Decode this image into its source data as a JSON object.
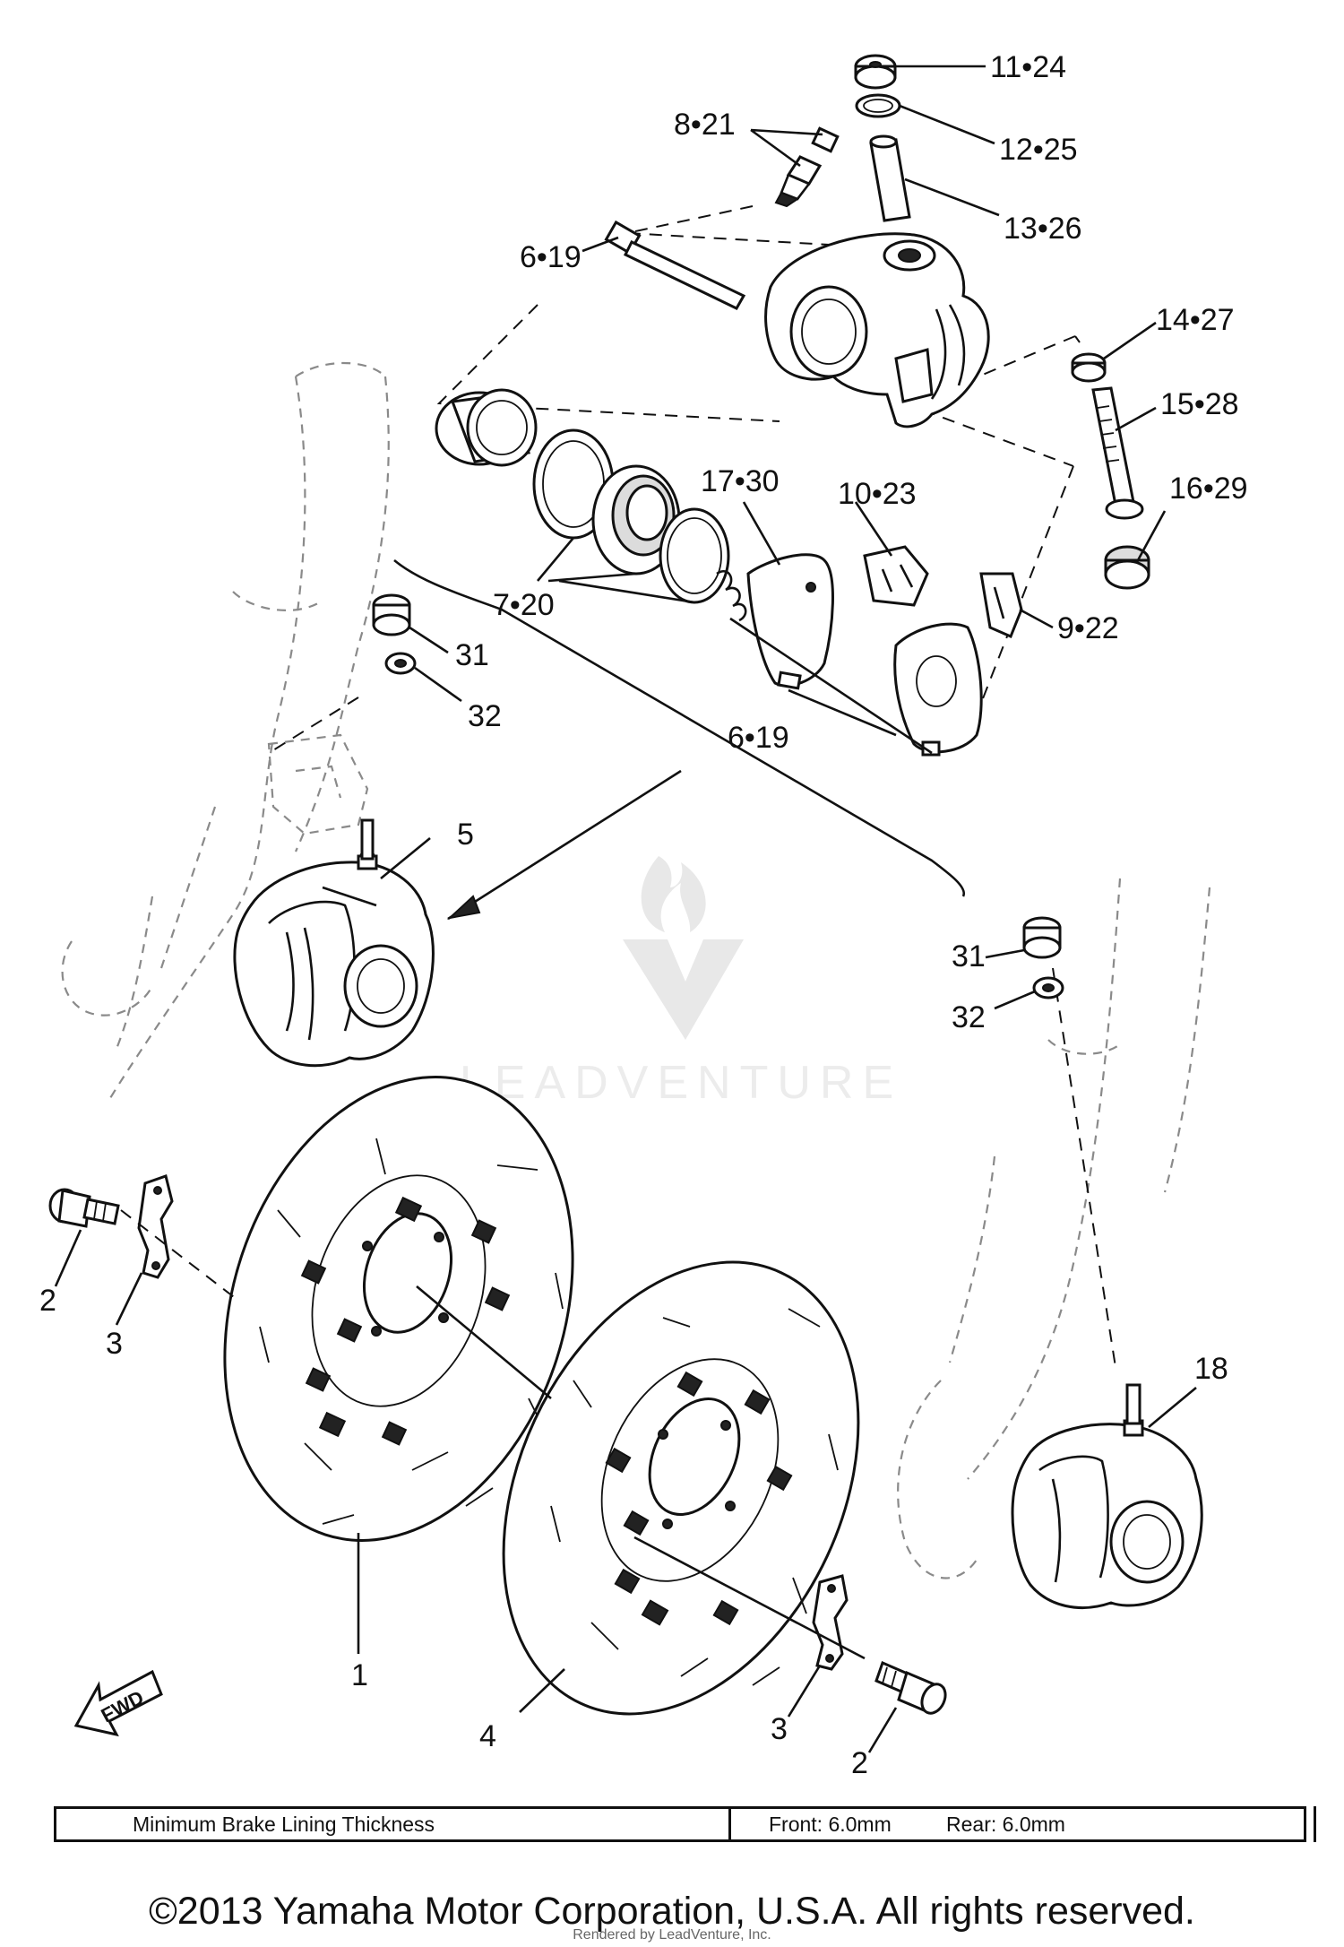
{
  "callouts": {
    "c11_24": "11•24",
    "c12_25": "12•25",
    "c8_21": "8•21",
    "c13_26": "13•26",
    "c6_19_top": "6•19",
    "c14_27": "14•27",
    "c15_28": "15•28",
    "c16_29": "16•29",
    "c17_30": "17•30",
    "c10_23": "10•23",
    "c7_20": "7•20",
    "c9_22": "9•22",
    "c6_19_bottom": "6•19",
    "c31_left": "31",
    "c32_left": "32",
    "c5": "5",
    "c31_right": "31",
    "c32_right": "32",
    "c2_left": "2",
    "c3_left": "3",
    "c18": "18",
    "c1": "1",
    "c4": "4",
    "c3_right": "3",
    "c2_right": "2"
  },
  "fwd_label": "FWD",
  "watermark": "LEADVENTURE",
  "spec_table": {
    "label": "Minimum Brake Lining Thickness",
    "front": "Front: 6.0mm",
    "rear": "Rear: 6.0mm"
  },
  "copyright": "©2013 Yamaha Motor Corporation, U.S.A. All rights reserved.",
  "rendered_by": "Rendered by LeadVenture, Inc."
}
